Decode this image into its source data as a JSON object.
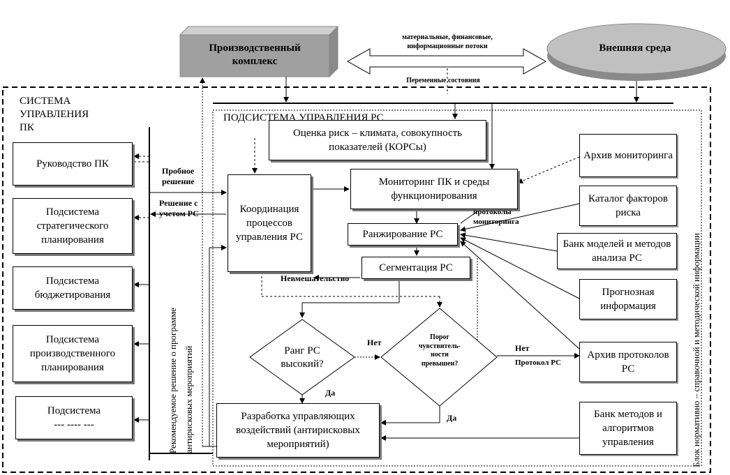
{
  "top": {
    "production_complex": "Производственный комплекс",
    "external_env": "Внешняя среда",
    "flows": "материальные, финансовые, информационные потоки",
    "state_vars": "Переменные состояния"
  },
  "system": {
    "title": "СИСТЕМА УПРАВЛЕНИЯ ПК"
  },
  "subsystem": {
    "title": "ПОДСИСТЕМА УПРАВЛЕНИЯ РС"
  },
  "left_boxes": [
    "Руководство ПК",
    "Подсистема стратегического планирования",
    "Подсистема бюджетирования",
    "Подсистема производственного планирования",
    "Подсистема",
    "--- ---- ---"
  ],
  "center": {
    "risk_climate": "Оценка риск – климата, совокупность показателей (КОРСы)",
    "monitoring": "Мониторинг ПК и среды функционирования",
    "coordination": "Координация процессов управления РС",
    "ranking": "Ранжирование РС",
    "segmentation": "Сегментация РС",
    "rank_high": "Ранг РС высокий?",
    "threshold": "Порог чувствитель-ности превышен?",
    "development": "Разработка управляющих воздействий (антирисковых мероприятий)"
  },
  "right_boxes": [
    "Архив мониторинга",
    "Каталог факторов риска",
    "Банк моделей и методов анализа РС",
    "Прогнозная информация",
    "Архив протоколов РС",
    "Банк методов и алгоритмов управления"
  ],
  "labels": {
    "trial_solution": "Пробное решение",
    "solution_with": "Решение с учетом РС",
    "protocols_mon": "протоколы мониторинга",
    "non_intervention": "Невмешательство",
    "no1": "Нет",
    "no2": "Нет",
    "protocol_rs": "Протокол РС",
    "yes1": "Да",
    "yes2": "Да",
    "recommended": "Рекомендуемое решение о программе",
    "anti_measures": "антирисковых мероприятий",
    "norm_block": "Блок нормативно – справочной и методической информации"
  }
}
